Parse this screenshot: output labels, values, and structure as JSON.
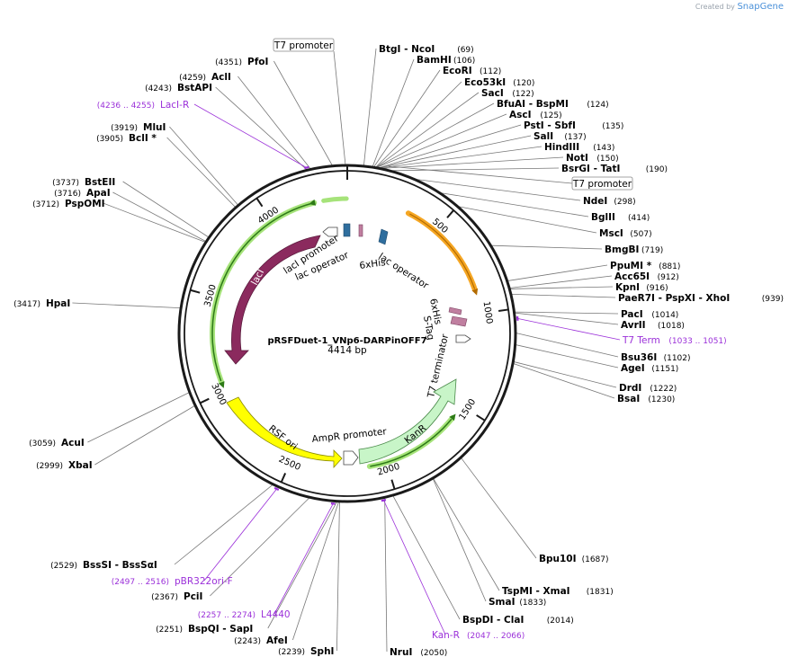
{
  "credit": {
    "prefix": "Created by",
    "brand": "SnapGene"
  },
  "plasmid": {
    "name": "pRSFDuet-1_VNp6-DARPinOFF7",
    "length_label": "4414 bp"
  },
  "ticks": [
    {
      "label": "500"
    },
    {
      "label": "1000"
    },
    {
      "label": "1500"
    },
    {
      "label": "2000"
    },
    {
      "label": "2500"
    },
    {
      "label": "3000"
    },
    {
      "label": "3500"
    },
    {
      "label": "4000"
    }
  ],
  "boxed_labels": [
    {
      "text": "T7 promoter"
    },
    {
      "text": "T7 promoter"
    }
  ],
  "right_sites": [
    {
      "name": "BtgI",
      "name2": "NcoI",
      "pos": "(69)"
    },
    {
      "name": "BamHI",
      "name2": "",
      "pos": "(106)"
    },
    {
      "name": "EcoRI",
      "name2": "",
      "pos": "(112)"
    },
    {
      "name": "Eco53kI",
      "name2": "",
      "pos": "(120)"
    },
    {
      "name": "SacI",
      "name2": "",
      "pos": "(122)"
    },
    {
      "name": "BfuAI",
      "name2": "BspMI",
      "pos": "(124)"
    },
    {
      "name": "AscI",
      "name2": "",
      "pos": "(125)"
    },
    {
      "name": "PstI",
      "name2": "SbfI",
      "pos": "(135)"
    },
    {
      "name": "SalI",
      "name2": "",
      "pos": "(137)"
    },
    {
      "name": "HindIII",
      "name2": "",
      "pos": "(143)"
    },
    {
      "name": "NotI",
      "name2": "",
      "pos": "(150)"
    },
    {
      "name": "BsrGI",
      "name2": "TatI",
      "pos": "(190)"
    },
    {
      "name": "NdeI",
      "name2": "",
      "pos": "(298)"
    },
    {
      "name": "BglII",
      "name2": "",
      "pos": "(414)"
    },
    {
      "name": "MscI",
      "name2": "",
      "pos": "(507)"
    },
    {
      "name": "BmgBI",
      "name2": "",
      "pos": "(719)"
    },
    {
      "name": "PpuMI *",
      "name2": "",
      "pos": "(881)"
    },
    {
      "name": "Acc65I",
      "name2": "",
      "pos": "(912)"
    },
    {
      "name": "KpnI",
      "name2": "",
      "pos": "(916)"
    },
    {
      "name": "PaeR7I",
      "name2": "PspXI",
      "name3": "XhoI",
      "pos": "(939)"
    },
    {
      "name": "PacI",
      "name2": "",
      "pos": "(1014)"
    },
    {
      "name": "AvrII",
      "name2": "",
      "pos": "(1018)"
    },
    {
      "name": "Bsu36I",
      "name2": "",
      "pos": "(1102)"
    },
    {
      "name": "AgeI",
      "name2": "",
      "pos": "(1151)"
    },
    {
      "name": "DrdI",
      "name2": "",
      "pos": "(1222)"
    },
    {
      "name": "BsaI",
      "name2": "",
      "pos": "(1230)"
    },
    {
      "name": "Bpu10I",
      "name2": "",
      "pos": "(1687)"
    },
    {
      "name": "TspMI",
      "name2": "XmaI",
      "pos": "(1831)"
    },
    {
      "name": "SmaI",
      "name2": "",
      "pos": "(1833)"
    },
    {
      "name": "BspDI",
      "name2": "ClaI",
      "pos": "(2014)"
    },
    {
      "name": "NruI",
      "name2": "",
      "pos": "(2050)"
    }
  ],
  "left_sites": [
    {
      "name": "PfoI",
      "pos": "(4351)"
    },
    {
      "name": "AclI",
      "pos": "(4259)"
    },
    {
      "name": "BstAPI",
      "pos": "(4243)"
    },
    {
      "name": "MluI",
      "pos": "(3919)"
    },
    {
      "name": "BclI *",
      "pos": "(3905)"
    },
    {
      "name": "BstEII",
      "pos": "(3737)"
    },
    {
      "name": "ApaI",
      "pos": "(3716)"
    },
    {
      "name": "PspOMI",
      "pos": "(3712)"
    },
    {
      "name": "HpaI",
      "pos": "(3417)"
    },
    {
      "name": "AcuI",
      "pos": "(3059)"
    },
    {
      "name": "XbaI",
      "pos": "(2999)"
    },
    {
      "name": "BssSI",
      "name2": "BssSαI",
      "pos": "(2529)"
    },
    {
      "name": "PciI",
      "pos": "(2367)"
    },
    {
      "name": "BspQI",
      "name2": "SapI",
      "pos": "(2251)"
    },
    {
      "name": "AfeI",
      "pos": "(2243)"
    },
    {
      "name": "SphI",
      "pos": "(2239)"
    }
  ],
  "primers": [
    {
      "name": "LacI-R",
      "range": "(4236 .. 4255)"
    },
    {
      "name": "T7 Term",
      "range": "(1033 .. 1051)"
    },
    {
      "name": "pBR322ori-F",
      "range": "(2497 .. 2516)"
    },
    {
      "name": "L4440",
      "range": "(2257 .. 2274)"
    },
    {
      "name": "Kan-R",
      "range": "(2047 .. 2066)"
    }
  ],
  "features": [
    {
      "name": "lacI",
      "color": "#8b2a5e"
    },
    {
      "name": "lacI promoter",
      "color": "#ffffff"
    },
    {
      "name": "lac operator",
      "color": "#2f6e9e"
    },
    {
      "name": "6xHis",
      "color": "#c07fa0"
    },
    {
      "name": "lac operator",
      "color": "#2f6e9e"
    },
    {
      "name": "6xHis",
      "color": "#c07fa0"
    },
    {
      "name": "S-Tag",
      "color": "#c07fa0"
    },
    {
      "name": "T7 terminator",
      "color": "#ffffff"
    },
    {
      "name": "KanR",
      "color": "#c8f5c8"
    },
    {
      "name": "AmpR promoter",
      "color": "#ffffff"
    },
    {
      "name": "RSF ori",
      "color": "#ffff00"
    }
  ],
  "colors": {
    "backbone": "#1a1a1a",
    "primer": "#9b30d9",
    "orf_glow": "#a6e37a",
    "orf_arrow": "#2d7a17",
    "orf_orange": "#f5a623"
  }
}
